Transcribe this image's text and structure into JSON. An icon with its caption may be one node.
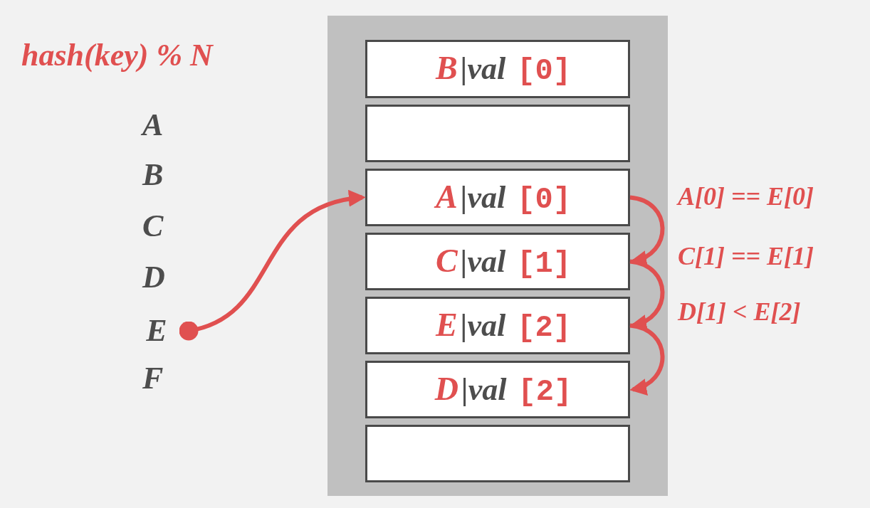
{
  "diagram": {
    "nodes": [
      {
        "text": [],
        "shape": "box"
      },
      {
        "text": [
          "B",
          "|val",
          "[0]"
        ],
        "in": 0
      },
      {
        "text": [],
        "shape": "box",
        "in": 0
      },
      {
        "text": [
          "A",
          "|val",
          "[0]"
        ],
        "in": 0
      },
      {
        "text": [
          "C",
          "|val",
          "[1]"
        ],
        "in": 0
      },
      {
        "text": [
          "E",
          "|val",
          "[2]"
        ],
        "in": 0
      },
      {
        "text": [
          "D",
          "|val",
          "[2]"
        ],
        "in": 0
      },
      {
        "text": [],
        "shape": "box",
        "in": 0
      },
      {
        "text": [
          "E"
        ]
      }
    ],
    "edges": [
      {
        "from": 8,
        "to": 3,
        "arrow": "to"
      },
      {
        "from": 3,
        "to": 4,
        "arrow": "to",
        "label": "A[0] == E[0]"
      },
      {
        "from": 4,
        "to": 5,
        "arrow": "to",
        "label": "C[1] == E[1]"
      },
      {
        "from": 5,
        "to": 6,
        "arrow": "to",
        "label": "D[1] < E[2]"
      }
    ],
    "labels": [
      "hash(key) % N",
      "A",
      "B",
      "C",
      "D",
      "F"
    ]
  }
}
